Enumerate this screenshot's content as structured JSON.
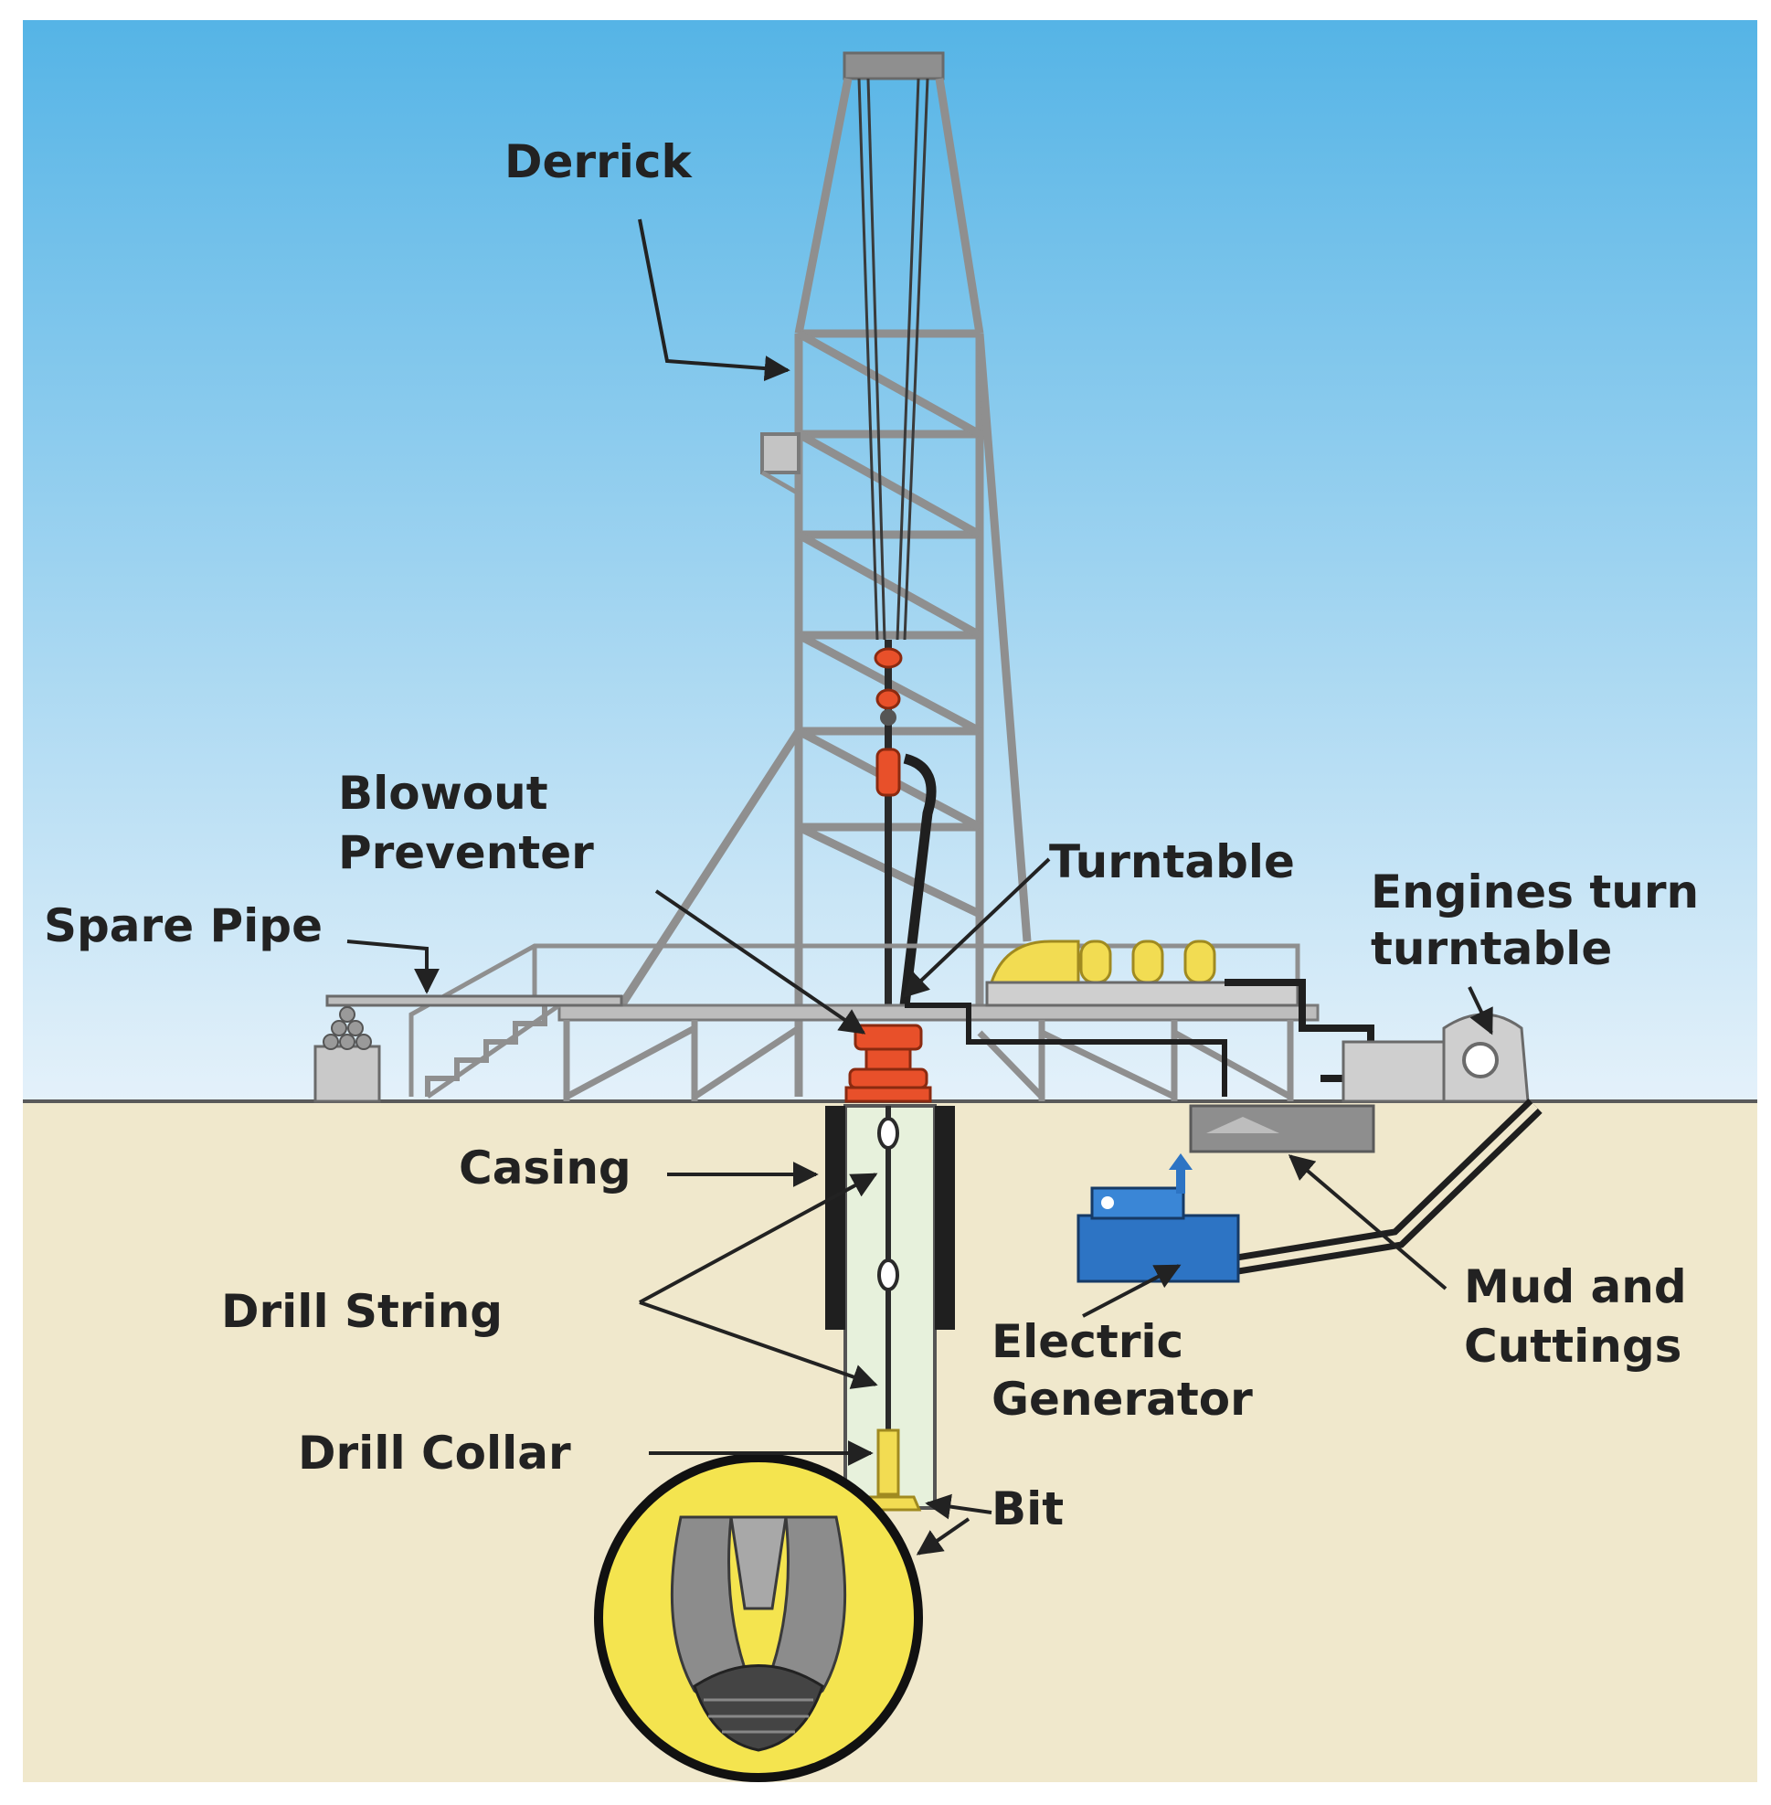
{
  "labels": {
    "derrick": "Derrick",
    "blowout_line1": "Blowout",
    "blowout_line2": "Preventer",
    "spare_pipe": "Spare Pipe",
    "turntable": "Turntable",
    "engines_line1": "Engines turn",
    "engines_line2": "turntable",
    "casing": "Casing",
    "drill_string": "Drill String",
    "drill_collar": "Drill Collar",
    "bit": "Bit",
    "mud_line1": "Mud and",
    "mud_line2": "Cuttings",
    "generator_line1": "Electric",
    "generator_line2": "Generator"
  },
  "colors": {
    "sky_top": "#55b4e6",
    "sky_bottom": "#e4f1fa",
    "ground": "#f0e8cc",
    "structure": "#8f8f8f",
    "blowout_preventer": "#e8502a",
    "engines": "#f2dc52",
    "generator": "#2d74c4",
    "bit_circle": "#f4e44f"
  }
}
